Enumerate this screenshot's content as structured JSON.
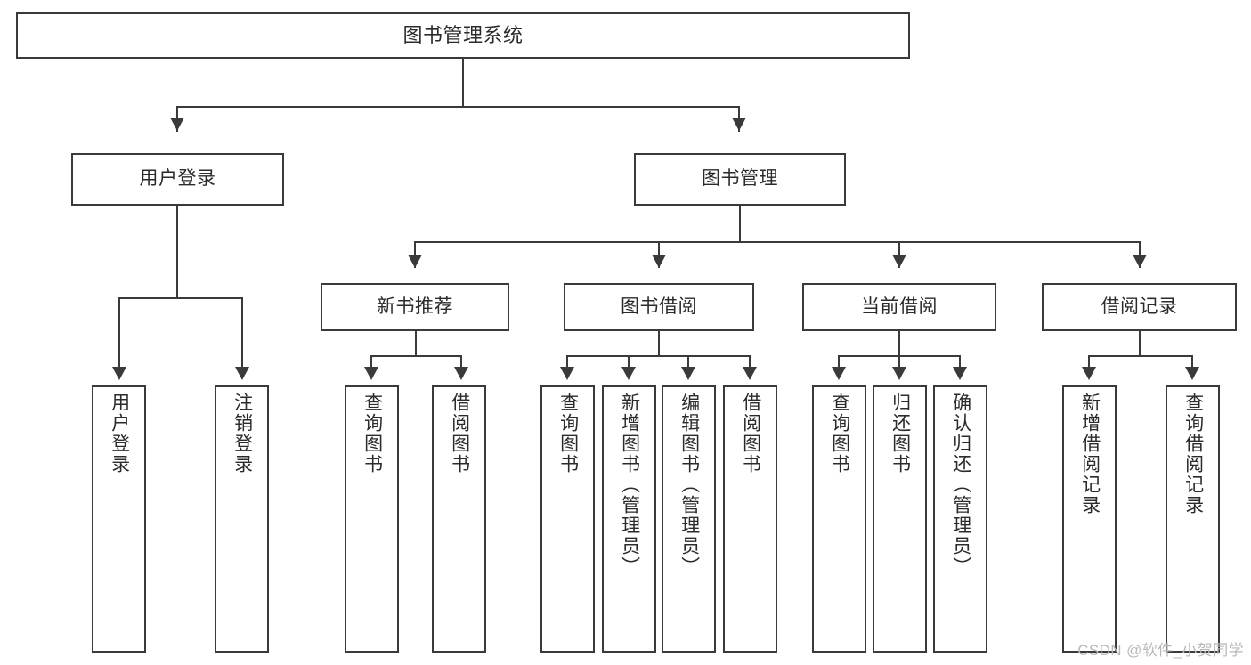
{
  "diagram": {
    "type": "tree-hierarchy",
    "title": "图书管理系统",
    "root": {
      "label": "图书管理系统"
    },
    "level2": [
      {
        "id": "user-login",
        "label": "用户登录"
      },
      {
        "id": "book-manage",
        "label": "图书管理"
      }
    ],
    "level3": [
      {
        "id": "new-book-recommend",
        "label": "新书推荐"
      },
      {
        "id": "book-borrow",
        "label": "图书借阅"
      },
      {
        "id": "current-borrow",
        "label": "当前借阅"
      },
      {
        "id": "borrow-record",
        "label": "借阅记录"
      }
    ],
    "leaves": {
      "user_login": [
        {
          "id": "leaf-user-login",
          "label": "用户登录"
        },
        {
          "id": "leaf-logout-login",
          "label": "注销登录"
        }
      ],
      "new_book_recommend": [
        {
          "id": "leaf-query-book-1",
          "label": "查询图书"
        },
        {
          "id": "leaf-borrow-book-1",
          "label": "借阅图书"
        }
      ],
      "book_borrow": [
        {
          "id": "leaf-query-book-2",
          "label": "查询图书"
        },
        {
          "id": "leaf-add-book",
          "label": "新增图书（管理员）"
        },
        {
          "id": "leaf-edit-book",
          "label": "编辑图书（管理员）"
        },
        {
          "id": "leaf-borrow-book-2",
          "label": "借阅图书"
        }
      ],
      "current_borrow": [
        {
          "id": "leaf-query-book-3",
          "label": "查询图书"
        },
        {
          "id": "leaf-return-book",
          "label": "归还图书"
        },
        {
          "id": "leaf-confirm-return",
          "label": "确认归还（管理员）"
        }
      ],
      "borrow_record": [
        {
          "id": "leaf-add-record",
          "label": "新增借阅记录"
        },
        {
          "id": "leaf-query-record",
          "label": "查询借阅记录"
        }
      ]
    },
    "colors": {
      "stroke": "#3a3a3a",
      "text": "#2b2b2b",
      "background": "#ffffff",
      "watermark": "#b9b9b9"
    }
  },
  "watermark": {
    "text": "CSDN @软件_小贺同学"
  }
}
